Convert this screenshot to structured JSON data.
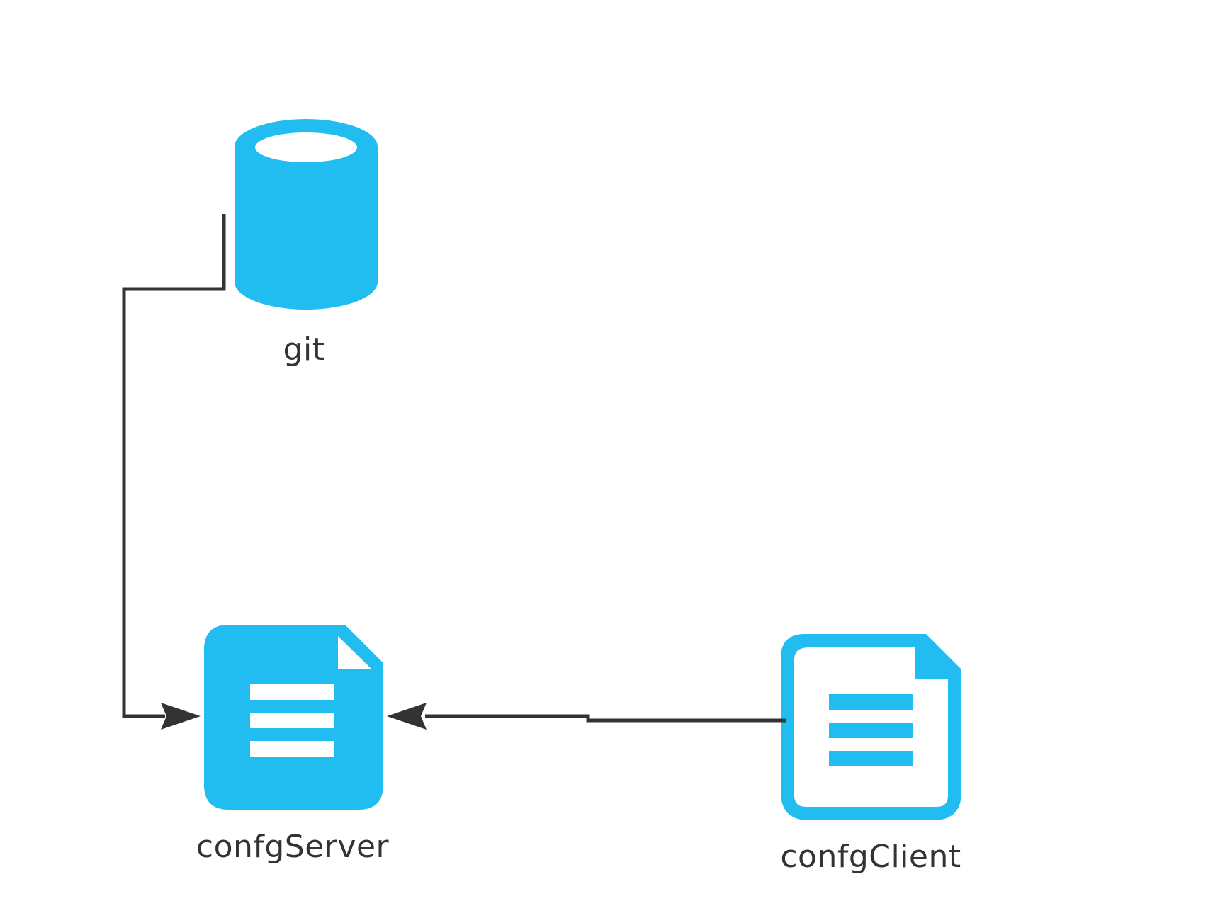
{
  "colors": {
    "accent": "#21BDF0",
    "line": "#333333",
    "background": "#FFFFFF",
    "label": "#333333"
  },
  "nodes": {
    "git": {
      "label": "git",
      "icon": "database-cylinder-icon"
    },
    "config_server": {
      "label": "confgServer",
      "icon": "filled-document-icon"
    },
    "config_client": {
      "label": "confgClient",
      "icon": "outlined-document-icon"
    }
  },
  "edges": [
    {
      "from": "git",
      "to": "config_server",
      "arrow": "end"
    },
    {
      "from": "config_client",
      "to": "config_server",
      "arrow": "end"
    }
  ]
}
